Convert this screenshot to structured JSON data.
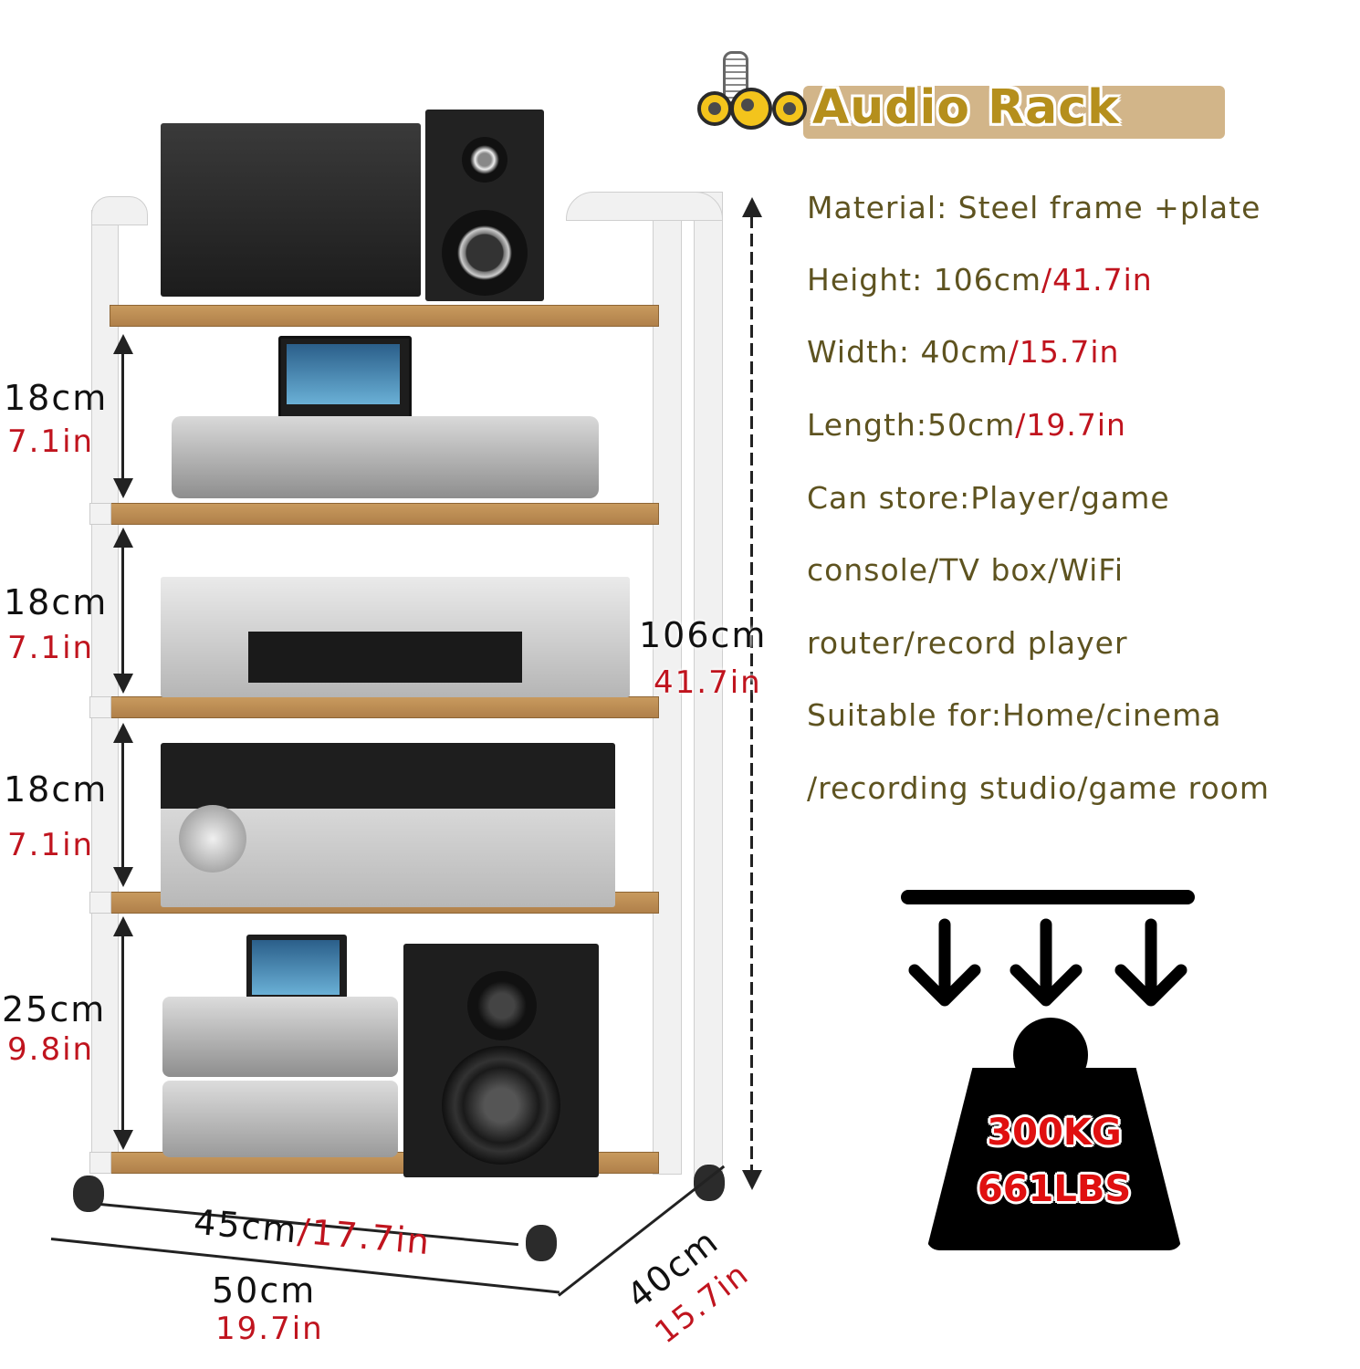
{
  "title": {
    "text": "Audio Rack",
    "icon": "speakers-microphone-icon",
    "banner_color": "#d2b589",
    "text_color": "#b58f1c"
  },
  "specs": [
    {
      "label": "Material: Steel frame +plate",
      "metric": "",
      "imperial": ""
    },
    {
      "label": "Height: ",
      "metric": "106cm",
      "imperial": "/41.7in"
    },
    {
      "label": "Width: ",
      "metric": "40cm",
      "imperial": "/15.7in"
    },
    {
      "label": "Length:",
      "metric": "50cm",
      "imperial": "/19.7in"
    },
    {
      "label": "Can store:Player/game",
      "metric": "",
      "imperial": ""
    },
    {
      "label": "console/TV box/WiFi",
      "metric": "",
      "imperial": ""
    },
    {
      "label": "router/record player",
      "metric": "",
      "imperial": ""
    },
    {
      "label": "Suitable for:Home/cinema",
      "metric": "",
      "imperial": ""
    },
    {
      "label": "/recording studio/game room",
      "metric": "",
      "imperial": ""
    }
  ],
  "shelf_gaps": [
    {
      "cm": "18cm",
      "in": "7.1in"
    },
    {
      "cm": "18cm",
      "in": "7.1in"
    },
    {
      "cm": "18cm",
      "in": "7.1in"
    },
    {
      "cm": "25cm",
      "in": "9.8in"
    }
  ],
  "dimensions": {
    "height": {
      "cm": "106cm",
      "in": "41.7in"
    },
    "inner_length": {
      "cm": "45cm",
      "in": "/17.7in"
    },
    "length": {
      "cm": "50cm",
      "in": "19.7in"
    },
    "width": {
      "cm": "40cm",
      "in": "15.7in"
    }
  },
  "load_capacity": {
    "kg": "300KG",
    "lbs": "661LBS",
    "icon": "weight-load-icon"
  },
  "colors": {
    "spec_text": "#5e5320",
    "imperial_red": "#c0141e",
    "wood": "#c89a5e",
    "frame": "#f1f1f1"
  }
}
